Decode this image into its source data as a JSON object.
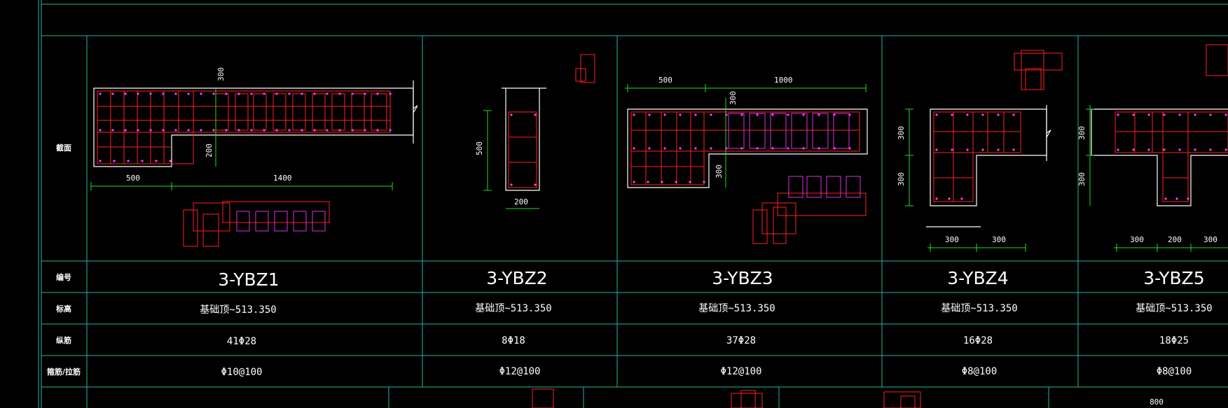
{
  "colors": {
    "background": "#000000",
    "grid": "#1fb89a",
    "wall_outline": "#ffffff",
    "rebar": "#ff2020",
    "ties": "#e030e0",
    "dimensions": "#22dd22",
    "text": "#ffffff"
  },
  "row_headers": {
    "section": "截面",
    "number": "编号",
    "elevation": "标高",
    "longitudinal": "纵筋",
    "stirrup": "箍筋/拉筋"
  },
  "columns": [
    {
      "id": "3-YBZ1",
      "elevation": "基础顶~513.350",
      "longitudinal": "41Φ28",
      "stirrup": "Φ10@100",
      "dims": [
        "300",
        "200",
        "500",
        "1400"
      ]
    },
    {
      "id": "3-YBZ2",
      "elevation": "基础顶~513.350",
      "longitudinal": "8Φ18",
      "stirrup": "Φ12@100",
      "dims": [
        "500",
        "200"
      ]
    },
    {
      "id": "3-YBZ3",
      "elevation": "基础顶~513.350",
      "longitudinal": "37Φ28",
      "stirrup": "Φ12@100",
      "dims": [
        "500",
        "1000",
        "300",
        "300"
      ]
    },
    {
      "id": "3-YBZ4",
      "elevation": "基础顶~513.350",
      "longitudinal": "16Φ28",
      "stirrup": "Φ8@100",
      "dims": [
        "300",
        "300",
        "300",
        "300"
      ]
    },
    {
      "id": "3-YBZ5",
      "elevation": "基础顶~513.350",
      "longitudinal": "18Φ25",
      "stirrup": "Φ8@100",
      "dims": [
        "300",
        "300",
        "300",
        "200",
        "300"
      ]
    }
  ],
  "bottom_row": {
    "dim_label": "800"
  }
}
